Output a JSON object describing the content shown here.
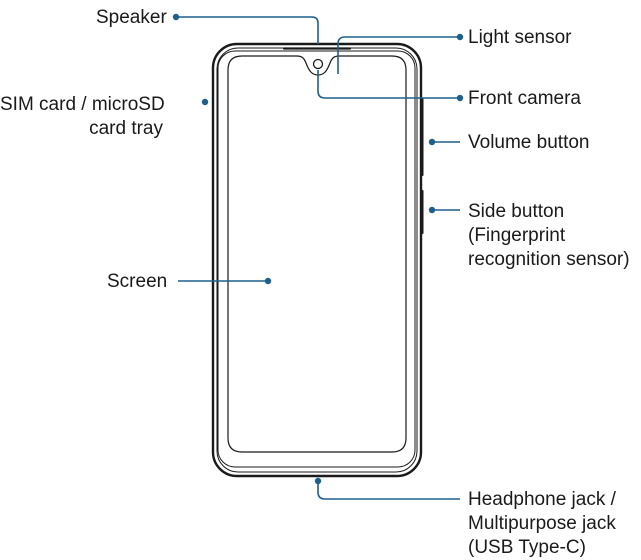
{
  "labels": {
    "speaker": "Speaker",
    "sim_tray_line1": "SIM card / microSD",
    "sim_tray_line2": "card tray",
    "screen": "Screen",
    "light_sensor": "Light sensor",
    "front_camera": "Front camera",
    "volume_button": "Volume button",
    "side_button_line1": "Side button",
    "side_button_line2": "(Fingerprint",
    "side_button_line3": "recognition sensor)",
    "jack_line1": "Headphone jack /",
    "jack_line2": "Multipurpose jack",
    "jack_line3": "(USB Type-C)"
  },
  "colors": {
    "leader": "#1f5f8b",
    "outline": "#1a1a1a",
    "text": "#1a1a1a"
  }
}
